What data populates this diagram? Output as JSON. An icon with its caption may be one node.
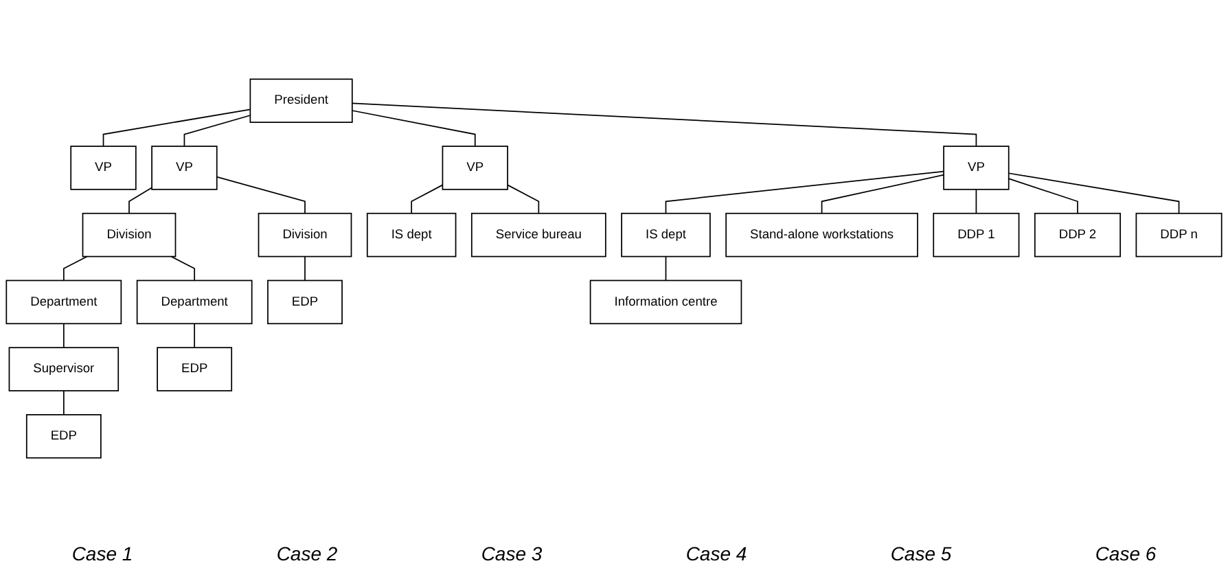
{
  "diagram": {
    "nodes": [
      {
        "text": [
          "President"
        ]
      },
      {
        "text": [
          "VP"
        ]
      },
      {
        "text": [
          "VP"
        ]
      },
      {
        "text": [
          "VP"
        ]
      },
      {
        "text": [
          "Service bureau"
        ]
      },
      {
        "text": [
          "VP"
        ]
      },
      {
        "text": [
          "Division"
        ]
      },
      {
        "text": [
          "Division"
        ]
      },
      {
        "text": [
          "IS dept"
        ]
      },
      {
        "text": [
          "IS dept"
        ]
      },
      {
        "text": [
          "Stand-alone workstations"
        ]
      },
      {
        "text": [
          "Department"
        ]
      },
      {
        "text": [
          "Department"
        ]
      },
      {
        "text": [
          "EDP"
        ]
      },
      {
        "text": [
          "DDP 1"
        ]
      },
      {
        "text": [
          "DDP 2"
        ]
      },
      {
        "text": [
          "DDP n"
        ]
      },
      {
        "text": [
          "Supervisor"
        ]
      },
      {
        "text": [
          "EDP"
        ]
      },
      {
        "text": [
          "Information centre"
        ]
      },
      {
        "text": [
          "EDP"
        ]
      }
    ],
    "edges": [
      {
        "from": 0,
        "to": 1,
        "arrow": "none"
      },
      {
        "from": 0,
        "to": 2,
        "arrow": "none"
      },
      {
        "from": 0,
        "to": 3,
        "arrow": "none"
      },
      {
        "from": 0,
        "to": 5,
        "arrow": "none"
      },
      {
        "from": 2,
        "to": 6,
        "arrow": "none"
      },
      {
        "from": 2,
        "to": 7,
        "arrow": "none"
      },
      {
        "from": 3,
        "to": 8,
        "arrow": "none"
      },
      {
        "from": 3,
        "to": 4,
        "arrow": "none"
      },
      {
        "from": 5,
        "to": 9,
        "arrow": "none"
      },
      {
        "from": 5,
        "to": 10,
        "arrow": "none"
      },
      {
        "from": 6,
        "to": 11,
        "arrow": "none"
      },
      {
        "from": 6,
        "to": 12,
        "arrow": "none"
      },
      {
        "from": 7,
        "to": 13,
        "arrow": "none"
      },
      {
        "from": 5,
        "to": 14,
        "arrow": "none"
      },
      {
        "from": 5,
        "to": 15,
        "arrow": "none"
      },
      {
        "from": 5,
        "to": 16,
        "arrow": "none"
      },
      {
        "from": 11,
        "to": 17,
        "arrow": "none"
      },
      {
        "from": 12,
        "to": 18,
        "arrow": "none"
      },
      {
        "from": 9,
        "to": 19,
        "arrow": "none"
      },
      {
        "from": 17,
        "to": 20,
        "arrow": "none"
      }
    ],
    "labels": [
      "Case 1",
      "Case 2",
      "Case 3",
      "Case 4",
      "Case 5",
      "Case 6"
    ]
  }
}
